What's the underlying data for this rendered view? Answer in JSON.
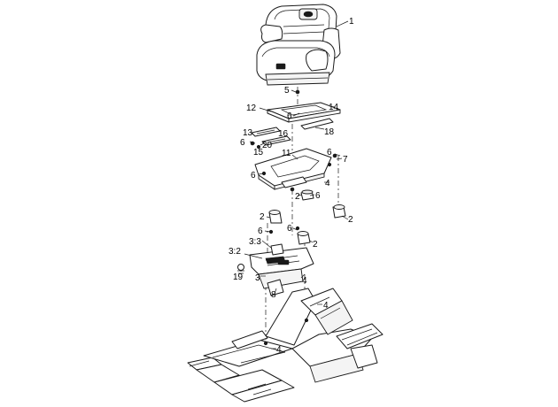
{
  "callouts": [
    {
      "id": "c-1",
      "text": "1"
    },
    {
      "id": "c-5",
      "text": "5"
    },
    {
      "id": "c-12",
      "text": "12"
    },
    {
      "id": "c-14",
      "text": "14"
    },
    {
      "id": "c-6a",
      "text": "6"
    },
    {
      "id": "c-18",
      "text": "18"
    },
    {
      "id": "c-13",
      "text": "13"
    },
    {
      "id": "c-16",
      "text": "16"
    },
    {
      "id": "c-6b",
      "text": "6"
    },
    {
      "id": "c-20",
      "text": "20"
    },
    {
      "id": "c-15",
      "text": "15"
    },
    {
      "id": "c-11",
      "text": "11"
    },
    {
      "id": "c-6c",
      "text": "6"
    },
    {
      "id": "c-7",
      "text": "7"
    },
    {
      "id": "c-6d",
      "text": "6"
    },
    {
      "id": "c-4a",
      "text": "4"
    },
    {
      "id": "c-2a",
      "text": "2"
    },
    {
      "id": "c-6e",
      "text": "6"
    },
    {
      "id": "c-2b",
      "text": "2"
    },
    {
      "id": "c-2c",
      "text": "2"
    },
    {
      "id": "c-6f",
      "text": "6"
    },
    {
      "id": "c-6g",
      "text": "6"
    },
    {
      "id": "c-33",
      "text": "3:3"
    },
    {
      "id": "c-2d",
      "text": "2"
    },
    {
      "id": "c-32",
      "text": "3:2"
    },
    {
      "id": "c-19",
      "text": "19"
    },
    {
      "id": "c-3",
      "text": "3"
    },
    {
      "id": "c-8",
      "text": "8"
    },
    {
      "id": "c-4b",
      "text": "4"
    },
    {
      "id": "c-4c",
      "text": "4"
    },
    {
      "id": "c-4d",
      "text": "4"
    }
  ]
}
